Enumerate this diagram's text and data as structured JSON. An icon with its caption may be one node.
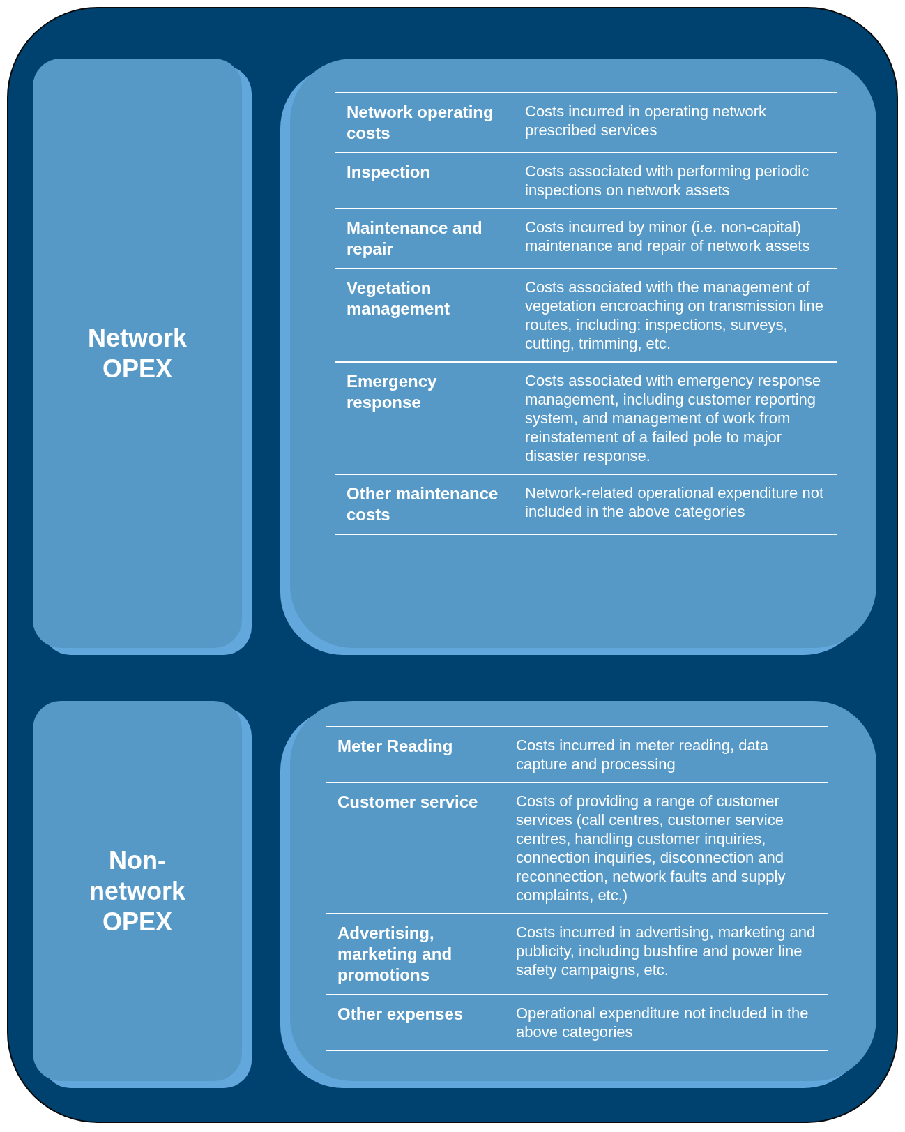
{
  "diagram": {
    "nodes": [
      {
        "text": [],
        "shape": "box"
      },
      {
        "text": [
          "Network OPEX"
        ],
        "in": 0
      },
      {
        "text": [],
        "shape": "box",
        "in": 0
      },
      {
        "text": [
          "Non-network OPEX"
        ],
        "in": 0
      },
      {
        "text": [],
        "shape": "box",
        "in": 0
      }
    ],
    "labels": [
      "Network operating costs",
      "Costs incurred in operating network prescribed services",
      "Inspection",
      "Costs associated with performing periodic inspections on network assets",
      "Maintenance and repair",
      "Costs incurred by minor (i.e. non-capital) maintenance and repair of network assets",
      "Vegetation management",
      "Costs associated with the management of vegetation encroaching on transmission line routes, including: inspections, surveys, cutting, trimming, etc.",
      "Emergency response",
      "Costs associated with emergency response management, including customer reporting system, and management of work from reinstatement of a failed pole to major disaster response.",
      "Other maintenance costs",
      "Network-related operational expenditure not included in the above categories",
      "Meter Reading",
      "Costs incurred in meter reading, data capture and processing",
      "Customer service",
      "Costs of providing a range of customer services (call centres, customer service centres, handling customer inquiries, connection inquiries, disconnection and reconnection, network faults and supply complaints, etc.)",
      "Advertising, marketing and promotions",
      "Costs incurred in advertising, marketing and publicity, including bushfire and power line safety campaigns, etc.",
      "Other expenses",
      "Operational expenditure not included in the above categories"
    ]
  }
}
